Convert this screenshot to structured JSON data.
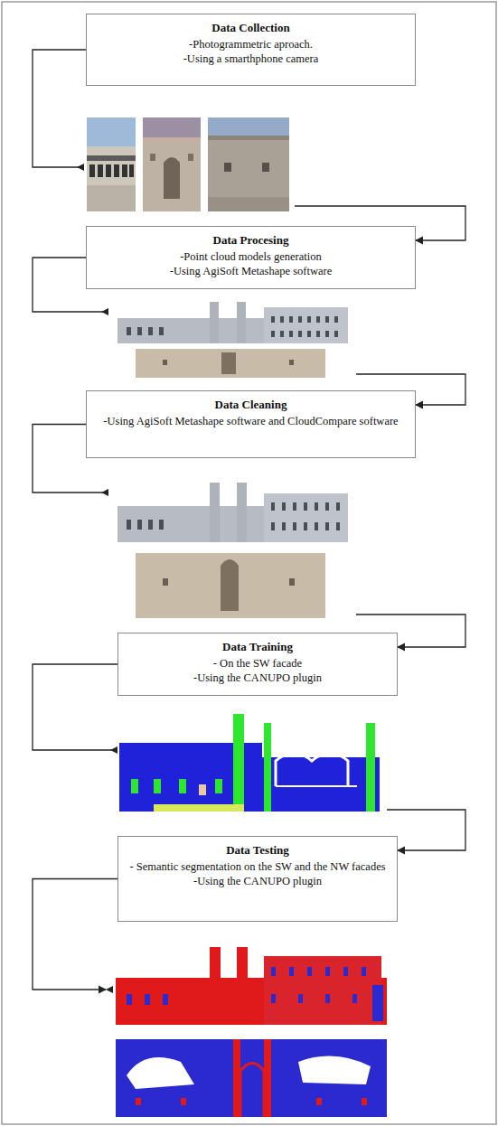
{
  "diagram": {
    "nodes": [
      {
        "text": [
          "Data Collection",
          "-Photogrammetric aproach.",
          "-Using a smarthphone camera"
        ]
      },
      {
        "text": [
          "Data Procesing",
          "-Point cloud models generation",
          "-Using AgiSoft Metashape software"
        ]
      },
      {
        "text": [
          "Data Cleaning",
          "-Using AgiSoft Metashape software and CloudCompare software"
        ]
      },
      {
        "text": [
          "Data Training",
          "- On the SW facade",
          "-Using the CANUPO plugin"
        ]
      },
      {
        "text": [
          "Data Testing",
          "- Semantic segmentation on the SW and the NW facades",
          "-Using the CANUPO plugin"
        ]
      }
    ],
    "edges": [
      {
        "from": 0,
        "to": 1,
        "arrow": "to"
      },
      {
        "from": 1,
        "to": 2,
        "arrow": "to"
      },
      {
        "from": 2,
        "to": 3,
        "arrow": "to"
      },
      {
        "from": 3,
        "to": 4,
        "arrow": "to"
      }
    ]
  }
}
